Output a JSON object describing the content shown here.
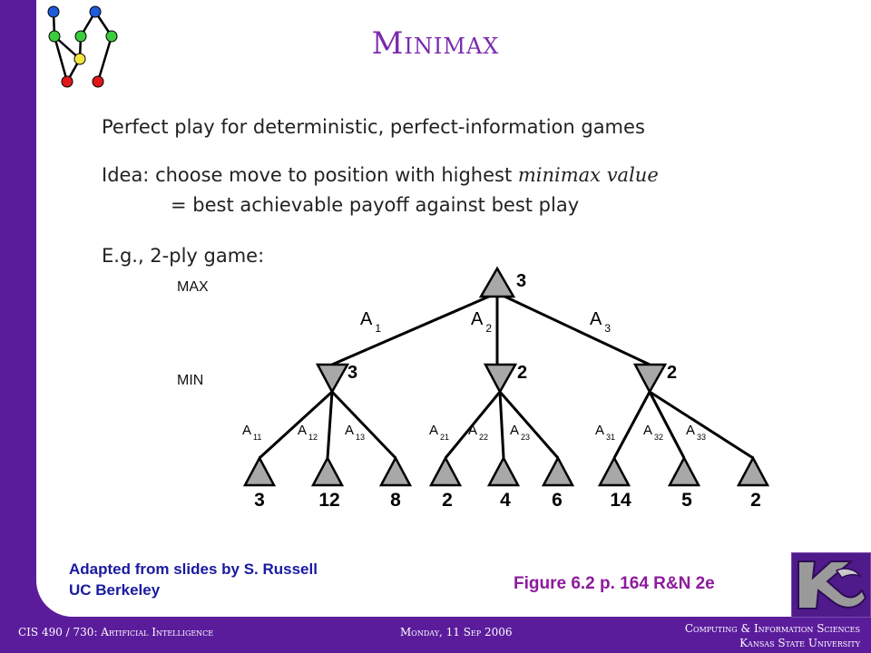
{
  "title": "Minimax",
  "bullets": {
    "line1": "Perfect play for deterministic, perfect-information games",
    "line2_prefix": "Idea: choose move to position with highest ",
    "line2_emph": "minimax value",
    "line3": "= best achievable payoff against best play",
    "line4": "E.g., 2-ply game:"
  },
  "tree": {
    "max_label": "MAX",
    "min_label": "MIN",
    "root_value": "3",
    "top_edges": [
      {
        "name": "A",
        "sub": "1"
      },
      {
        "name": "A",
        "sub": "2"
      },
      {
        "name": "A",
        "sub": "3"
      }
    ],
    "min_values": [
      "3",
      "2",
      "2"
    ],
    "leaf_edges": [
      {
        "name": "A",
        "sub": "11"
      },
      {
        "name": "A",
        "sub": "12"
      },
      {
        "name": "A",
        "sub": "13"
      },
      {
        "name": "A",
        "sub": "21"
      },
      {
        "name": "A",
        "sub": "22"
      },
      {
        "name": "A",
        "sub": "23"
      },
      {
        "name": "A",
        "sub": "31"
      },
      {
        "name": "A",
        "sub": "32"
      },
      {
        "name": "A",
        "sub": "33"
      }
    ],
    "leaf_values": [
      "3",
      "12",
      "8",
      "2",
      "4",
      "6",
      "14",
      "5",
      "2"
    ]
  },
  "credit": {
    "line1": "Adapted from slides by S. Russell",
    "line2": "UC Berkeley"
  },
  "figure_ref": "Figure 6.2 p. 164 R&N 2e",
  "footer": {
    "course": "CIS 490 / 730: Artificial Intelligence",
    "date": "Monday, 11 Sep 2006",
    "dept": "Computing & Information Sciences",
    "university": "Kansas State University"
  },
  "colors": {
    "accent_purple": "#5B1C9C",
    "title_purple": "#7B2AAE",
    "credit_blue": "#1A1AA0",
    "figref_magenta": "#8E1A9E",
    "node_gray": "#A8A8A8"
  }
}
